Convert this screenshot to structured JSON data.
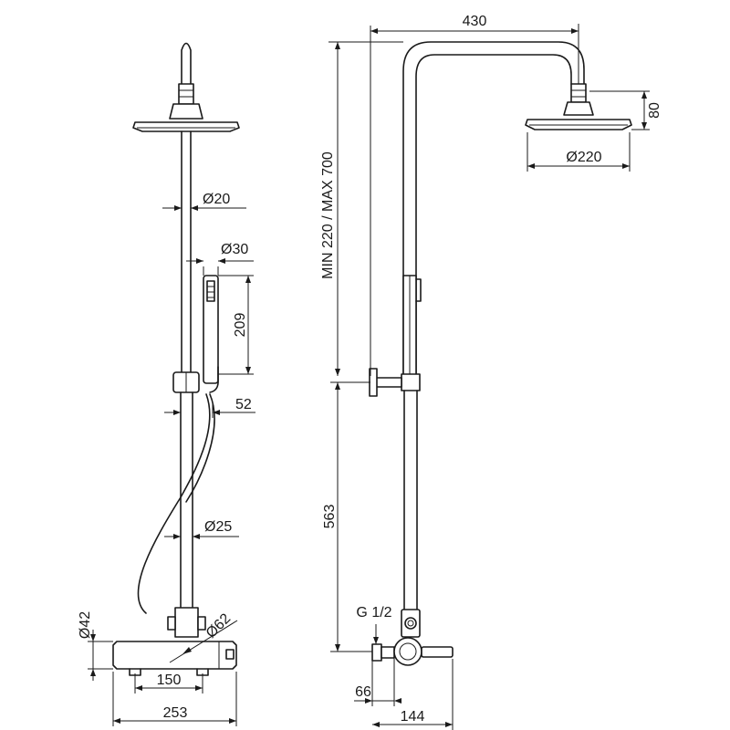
{
  "dimensions": {
    "rod_diameter": "Ø20",
    "handshower_diameter": "Ø30",
    "handshower_length": "209",
    "handshower_offset": "52",
    "lower_rod_diameter": "Ø25",
    "mixer_height": "Ø42",
    "knob_diameter": "Ø62",
    "inlet_spacing": "150",
    "mixer_width": "253",
    "arm_reach": "430",
    "head_height": "80",
    "head_diameter": "Ø220",
    "adjustable_height": "MIN 220 / MAX 700",
    "lower_height": "563",
    "thread": "G 1/2",
    "wall_offset": "66",
    "mixer_depth": "144"
  }
}
